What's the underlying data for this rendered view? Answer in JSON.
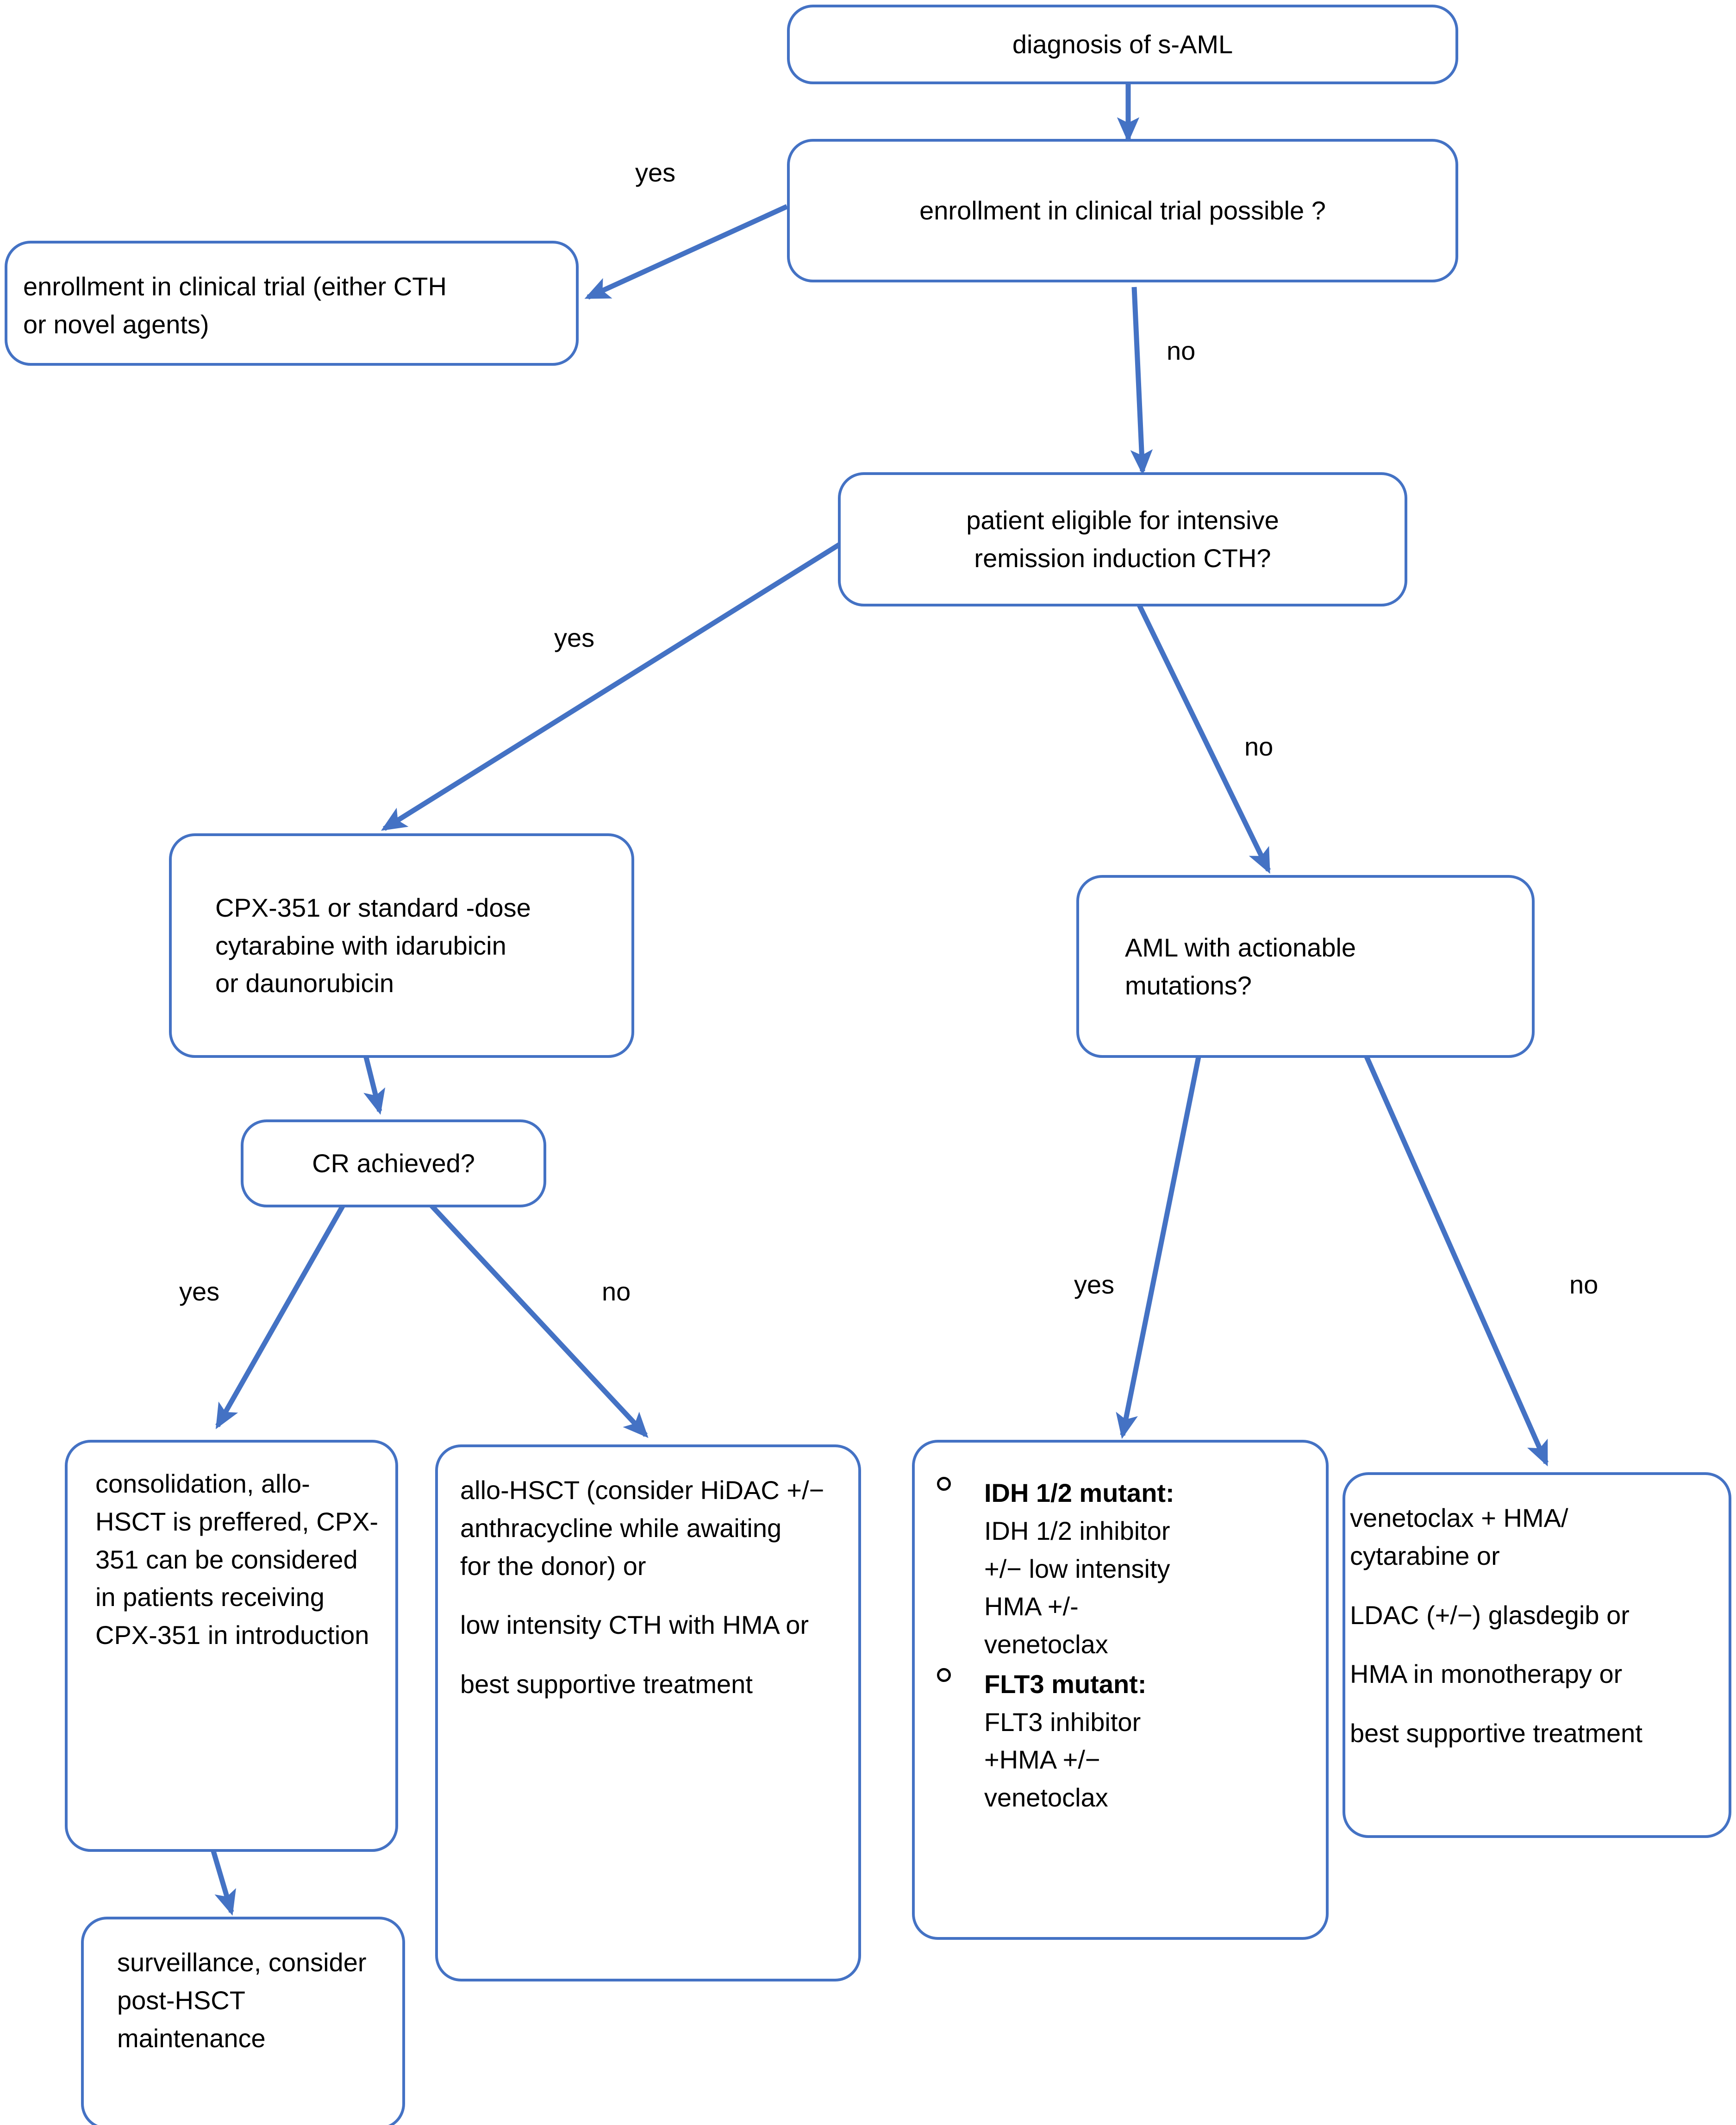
{
  "diagram": {
    "title": "s-AML treatment algorithm flowchart",
    "accent_color": "#4472C4",
    "text_color": "#000000",
    "background_color": "#ffffff"
  },
  "nodes": {
    "diagnosis": {
      "text": "diagnosis of s-AML"
    },
    "trial_question": {
      "text": "enrollment in clinical trial possible ?"
    },
    "trial_enroll": {
      "line1": "enrollment in clinical trial (either CTH",
      "line2": "or novel agents)"
    },
    "eligible_question": {
      "line1": "patient eligible for intensive",
      "line2": "remission induction CTH?"
    },
    "cpx351": {
      "line1": "CPX-351 or standard -dose",
      "line2": "cytarabine with idarubicin",
      "line3": "or daunorubicin"
    },
    "aml_mutations": {
      "line1": "AML with actionable",
      "line2": "mutations?"
    },
    "cr_achieved": {
      "text": "CR achieved?"
    },
    "consolidation": {
      "text": "consolidation, allo-HSCT is preffered, CPX-351 can be considered in patients receiving CPX-351 in introduction"
    },
    "surveillance": {
      "text": "surveillance, consider post-HSCT maintenance"
    },
    "allo_hsct": {
      "para1_line1": "allo-HSCT (consider HiDAC +/−",
      "para1_line2": "anthracycline while awaiting",
      "para1_line3": "for the donor) or",
      "para2": "low intensity CTH with HMA or",
      "para3": "best supportive treatment"
    },
    "mutant_options": {
      "bullets": [
        {
          "heading": "IDH 1/2 mutant:",
          "body_lines": [
            "IDH 1/2 inhibitor",
            "+/− low intensity",
            "HMA +/-",
            "venetoclax"
          ]
        },
        {
          "heading": "FLT3 mutant:",
          "body_lines": [
            "FLT3 inhibitor",
            "+HMA +/−",
            "venetoclax"
          ]
        }
      ]
    },
    "non_mutant_options": {
      "para1_line1": "venetoclax + HMA/",
      "para1_line2": "cytarabine or",
      "para2": "LDAC (+/−) glasdegib or",
      "para3": "HMA in monotherapy or",
      "para4": "best supportive treatment"
    }
  },
  "edge_labels": {
    "trial_yes": "yes",
    "trial_no": "no",
    "eligible_yes": "yes",
    "eligible_no": "no",
    "cr_yes": "yes",
    "cr_no": "no",
    "mut_yes": "yes",
    "mut_no": "no"
  }
}
